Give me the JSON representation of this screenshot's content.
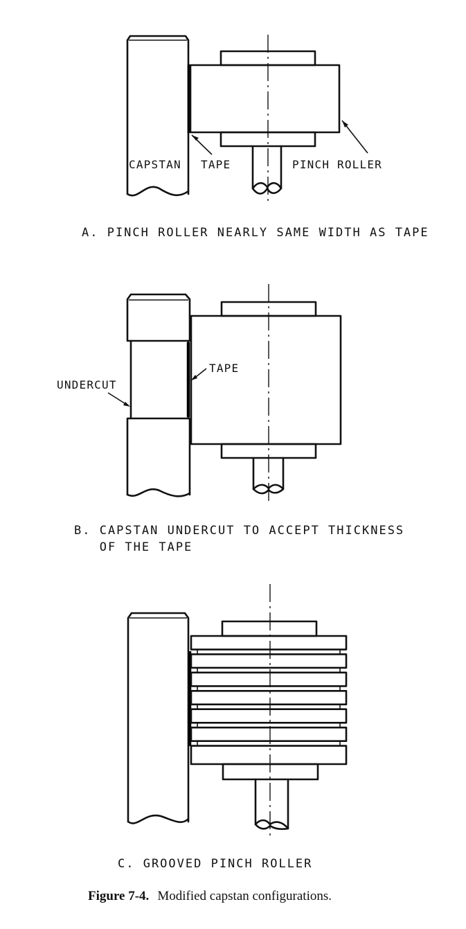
{
  "figure": {
    "number": "Figure 7-4.",
    "title": "Modified capstan configurations."
  },
  "panels": [
    {
      "id": "A",
      "caption_lines": [
        "A. PINCH ROLLER NEARLY SAME WIDTH AS TAPE"
      ],
      "labels": {
        "capstan": "CAPSTAN",
        "tape": "TAPE",
        "pinch_roller": "PINCH ROLLER"
      }
    },
    {
      "id": "B",
      "caption_lines": [
        "B. CAPSTAN UNDERCUT TO ACCEPT THICKNESS",
        "   OF THE TAPE"
      ],
      "labels": {
        "undercut": "UNDERCUT",
        "tape": "TAPE"
      }
    },
    {
      "id": "C",
      "caption_lines": [
        "C. GROOVED PINCH ROLLER"
      ],
      "labels": {},
      "roller_band_count": 7
    }
  ]
}
